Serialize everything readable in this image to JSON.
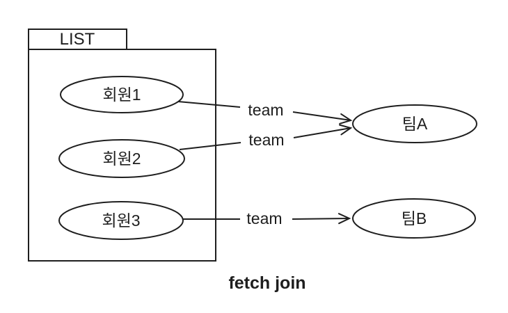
{
  "diagram": {
    "container": {
      "label": "LIST"
    },
    "members": [
      {
        "label": "회원1"
      },
      {
        "label": "회원2"
      },
      {
        "label": "회원3"
      }
    ],
    "teams": [
      {
        "label": "팀A"
      },
      {
        "label": "팀B"
      }
    ],
    "edges": [
      {
        "label": "team",
        "from": "회원1",
        "to": "팀A"
      },
      {
        "label": "team",
        "from": "회원2",
        "to": "팀A"
      },
      {
        "label": "team",
        "from": "회원3",
        "to": "팀B"
      }
    ],
    "caption": "fetch join",
    "colors": {
      "stroke": "#1e1e1e",
      "text": "#1e1e1e",
      "background": "#ffffff"
    }
  }
}
